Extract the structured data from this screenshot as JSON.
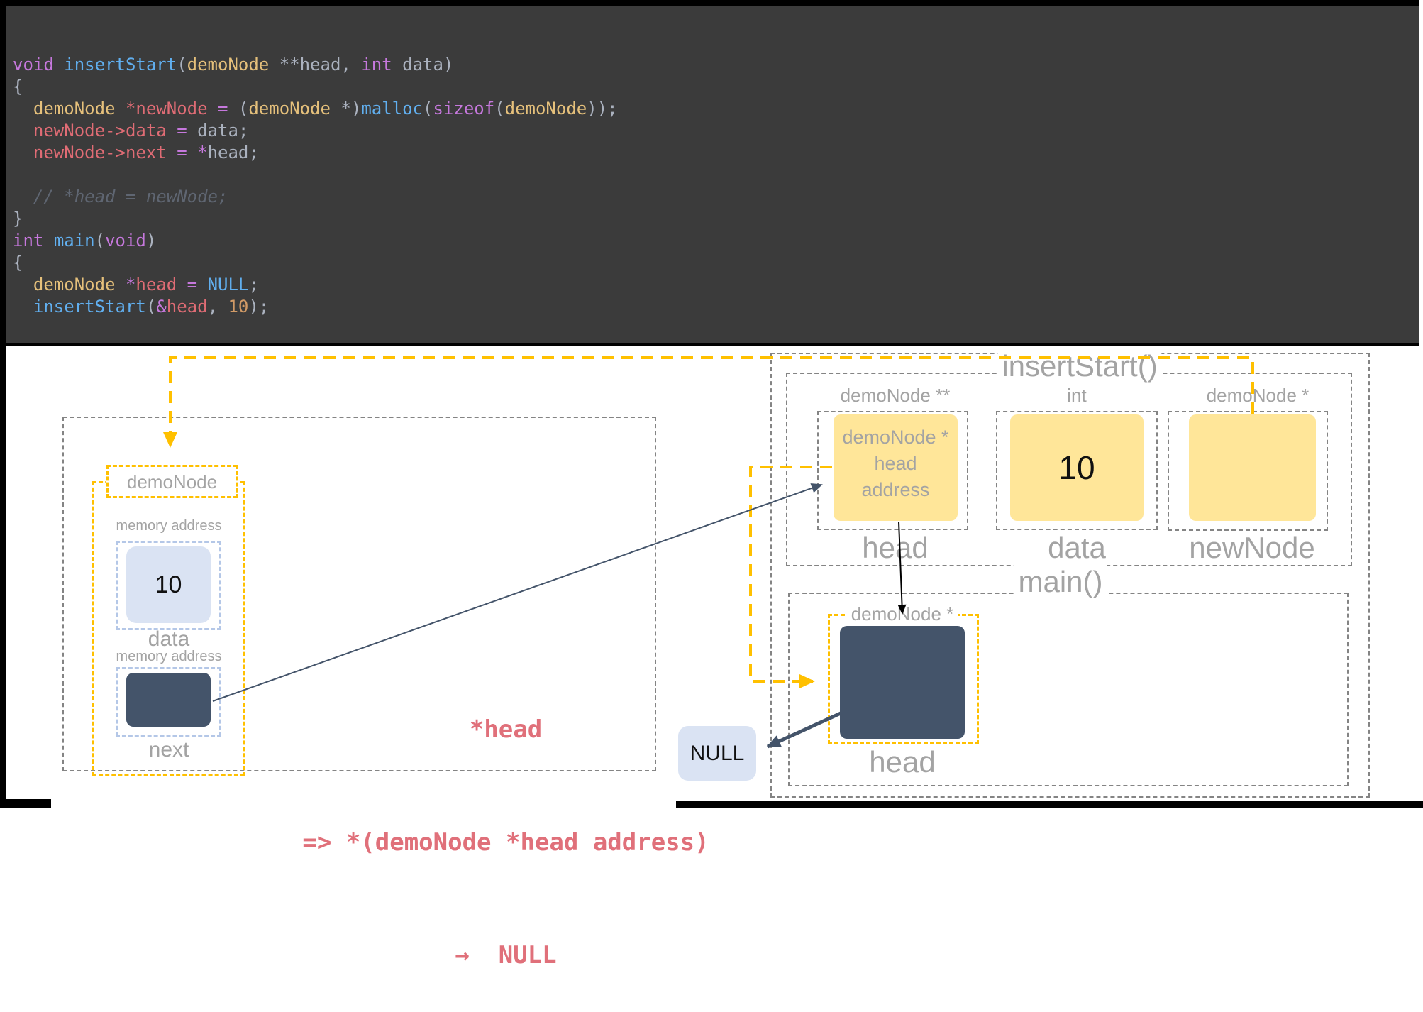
{
  "code": {
    "lines": [
      [
        {
          "t": "void",
          "c": "kw"
        },
        {
          "t": " ",
          "c": "pl"
        },
        {
          "t": "insertStart",
          "c": "fn"
        },
        {
          "t": "(",
          "c": "pl"
        },
        {
          "t": "demoNode",
          "c": "ty"
        },
        {
          "t": " ",
          "c": "pl"
        },
        {
          "t": "**",
          "c": "pl"
        },
        {
          "t": "head",
          "c": "pl"
        },
        {
          "t": ", ",
          "c": "pl"
        },
        {
          "t": "int",
          "c": "kw"
        },
        {
          "t": " ",
          "c": "pl"
        },
        {
          "t": "data",
          "c": "pl"
        },
        {
          "t": ")",
          "c": "pl"
        }
      ],
      [
        {
          "t": "{",
          "c": "pl"
        }
      ],
      [
        {
          "t": "  ",
          "c": "pl"
        },
        {
          "t": "demoNode",
          "c": "ty"
        },
        {
          "t": " ",
          "c": "pl"
        },
        {
          "t": "*newNode",
          "c": "vr"
        },
        {
          "t": " ",
          "c": "pl"
        },
        {
          "t": "=",
          "c": "kw"
        },
        {
          "t": " (",
          "c": "pl"
        },
        {
          "t": "demoNode",
          "c": "ty"
        },
        {
          "t": " *)",
          "c": "pl"
        },
        {
          "t": "malloc",
          "c": "fn"
        },
        {
          "t": "(",
          "c": "pl"
        },
        {
          "t": "sizeof",
          "c": "kw"
        },
        {
          "t": "(",
          "c": "pl"
        },
        {
          "t": "demoNode",
          "c": "ty"
        },
        {
          "t": "));",
          "c": "pl"
        }
      ],
      [
        {
          "t": "  ",
          "c": "pl"
        },
        {
          "t": "newNode->data",
          "c": "vr"
        },
        {
          "t": " ",
          "c": "pl"
        },
        {
          "t": "=",
          "c": "kw"
        },
        {
          "t": " ",
          "c": "pl"
        },
        {
          "t": "data",
          "c": "pl"
        },
        {
          "t": ";",
          "c": "pl"
        }
      ],
      [
        {
          "t": "  ",
          "c": "pl"
        },
        {
          "t": "newNode->next",
          "c": "vr"
        },
        {
          "t": " ",
          "c": "pl"
        },
        {
          "t": "=",
          "c": "kw"
        },
        {
          "t": " ",
          "c": "pl"
        },
        {
          "t": "*",
          "c": "kw"
        },
        {
          "t": "head",
          "c": "pl"
        },
        {
          "t": ";",
          "c": "pl"
        }
      ],
      [],
      [
        {
          "t": "  // *head = newNode;",
          "c": "cm"
        }
      ],
      [
        {
          "t": "}",
          "c": "pl"
        }
      ],
      [
        {
          "t": "int",
          "c": "kw"
        },
        {
          "t": " ",
          "c": "pl"
        },
        {
          "t": "main",
          "c": "fn"
        },
        {
          "t": "(",
          "c": "pl"
        },
        {
          "t": "void",
          "c": "kw"
        },
        {
          "t": ")",
          "c": "pl"
        }
      ],
      [
        {
          "t": "{",
          "c": "pl"
        }
      ],
      [
        {
          "t": "  ",
          "c": "pl"
        },
        {
          "t": "demoNode",
          "c": "ty"
        },
        {
          "t": " ",
          "c": "pl"
        },
        {
          "t": "*",
          "c": "kw"
        },
        {
          "t": "head",
          "c": "vr"
        },
        {
          "t": " ",
          "c": "pl"
        },
        {
          "t": "=",
          "c": "kw"
        },
        {
          "t": " ",
          "c": "pl"
        },
        {
          "t": "NULL",
          "c": "fn"
        },
        {
          "t": ";",
          "c": "pl"
        }
      ],
      [
        {
          "t": "  ",
          "c": "pl"
        },
        {
          "t": "insertStart",
          "c": "fn"
        },
        {
          "t": "(",
          "c": "pl"
        },
        {
          "t": "&",
          "c": "kw"
        },
        {
          "t": "head",
          "c": "vr"
        },
        {
          "t": ", ",
          "c": "pl"
        },
        {
          "t": "10",
          "c": "num"
        },
        {
          "t": ");",
          "c": "pl"
        }
      ]
    ]
  },
  "colors": {
    "editor_bg": "#3b3b3b",
    "keyword": "#c678dd",
    "function": "#61afef",
    "type": "#e5c07b",
    "variable": "#e06c75",
    "plain": "#abb2bf",
    "number": "#d19a66",
    "comment": "#5f6672",
    "accent_orange": "#FFC000",
    "box_yellow": "#FFE699",
    "box_lightblue": "#DAE3F3",
    "box_navy": "#44546A",
    "dash_gray": "#848484",
    "dash_blue": "#B4C7E7",
    "label_gray": "#a3a3a3",
    "annotation_red": "#e0707a"
  },
  "diagram": {
    "left_node": {
      "title": "demoNode",
      "data_field": {
        "addr_label": "memory address",
        "value": "10",
        "name": "data"
      },
      "next_field": {
        "addr_label": "memory address",
        "name": "next"
      }
    },
    "insert_start": {
      "title": "insertStart()",
      "head_var": {
        "type": "demoNode **",
        "line1": "demoNode *",
        "line2": "head",
        "line3": "address",
        "name": "head"
      },
      "data_var": {
        "type": "int",
        "value": "10",
        "name": "data"
      },
      "newnode_var": {
        "type": "demoNode *",
        "name": "newNode"
      }
    },
    "main_fn": {
      "title": "main()",
      "head_var": {
        "type": "demoNode *",
        "name": "head"
      }
    },
    "null_label": "NULL",
    "annotation": {
      "line1": "*head",
      "line2": "=> *(demoNode *head address)",
      "line3": "→  NULL"
    }
  }
}
